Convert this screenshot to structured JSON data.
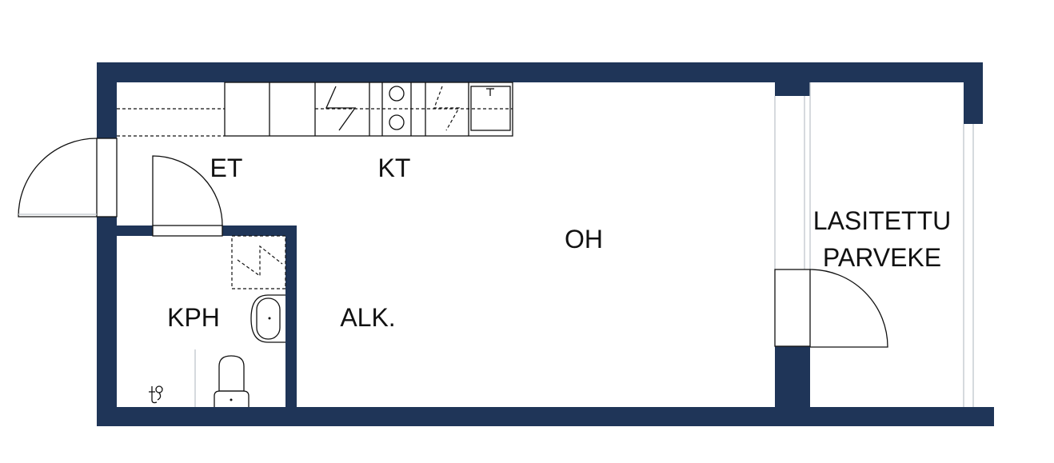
{
  "colors": {
    "wall": "#1f3558",
    "background": "#ffffff"
  },
  "rooms": {
    "et": "ET",
    "kt": "KT",
    "oh": "OH",
    "kph": "KPH",
    "alk": "ALK.",
    "balcony_line1": "LASITETTU",
    "balcony_line2": "PARVEKE"
  }
}
